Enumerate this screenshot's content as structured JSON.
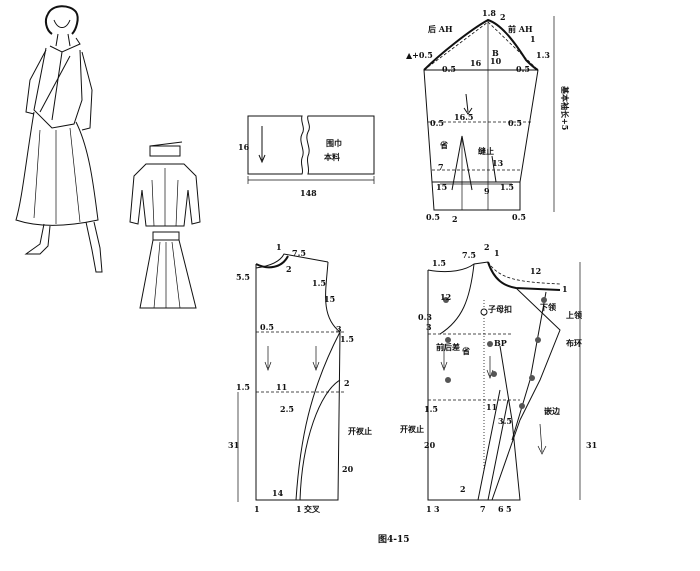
{
  "caption": "图4-15",
  "fabric_piece": {
    "width_value": "148",
    "height_value": "16",
    "name": "围巾",
    "material": "本料"
  },
  "sleeve": {
    "labels": {
      "cap_top": "1.8",
      "back_ah": "后 AH",
      "front_ah": "前 AH",
      "cap_val_2": "2",
      "cap_val_1": "1",
      "left_extra": "▲+0.5",
      "left_05": "0.5",
      "right_13": "1.3",
      "right_05": "0.5",
      "cap_height": "16",
      "frac_num": "B",
      "frac_den": "10",
      "side_label": "基本袖长+5",
      "mid_165": "16.5",
      "elbow_left_05": "0.5",
      "elbow_right_05": "0.5",
      "dart_label": "省",
      "slit_label": "缝止",
      "val_13": "13",
      "val_7": "7",
      "val_15a": "15",
      "val_15b": "1.5",
      "val_9": "9",
      "bottom_left_05": "0.5",
      "bottom_2": "2",
      "bottom_right_05": "0.5"
    }
  },
  "back_bodice": {
    "labels": {
      "neck_1": "1",
      "neck_75": "7.5",
      "neck_2": "2",
      "neck_55": "5.5",
      "shoulder_15": "1.5",
      "armhole_15": "15",
      "chest_05": "0.5",
      "chest_3": "3",
      "chest_15": "1.5",
      "waist_15": "1.5",
      "waist_11": "11",
      "waist_2": "2",
      "hip_25": "2.5",
      "slit_stop": "开衩止",
      "height_31": "31",
      "length_20": "20",
      "hem_14": "14",
      "hem_1a": "1",
      "hem_1b": "1",
      "hem_cross": "交叉"
    }
  },
  "front_bodice": {
    "labels": {
      "neck_75": "7.5",
      "neck_21": "2",
      "neck_1": "1",
      "top_15": "1.5",
      "val_12": "12",
      "shoulder_1": "1",
      "val_12b": "12",
      "snap_label": "子母扣",
      "front_back_diff": "前后差",
      "bp_label": "BP",
      "dart_label": "省",
      "val_3": "3",
      "val_03": "0.3",
      "waist_15": "1.5",
      "waist_11": "11",
      "val_35": "3.5",
      "slit_stop": "开衩止",
      "length_20": "20",
      "height_31": "31",
      "hem_2": "2",
      "hem_7": "7",
      "hem_6": "6",
      "hem_5": "5",
      "collar_lower": "下领",
      "collar_upper": "上领",
      "facing": "布环",
      "edge_label": "嵌边",
      "bottom_3": "3",
      "bottom_1": "1"
    }
  }
}
